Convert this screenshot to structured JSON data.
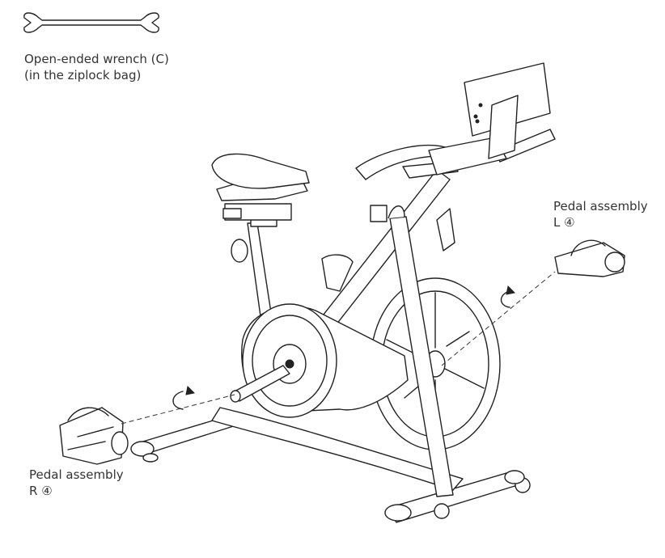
{
  "wrench": {
    "line1": "Open-ended wrench (C)",
    "line2": "(in the ziplock bag)"
  },
  "pedal_left": {
    "name": "Pedal assembly",
    "code": "L ④"
  },
  "pedal_right": {
    "name": "Pedal assembly",
    "code": "R ④"
  }
}
